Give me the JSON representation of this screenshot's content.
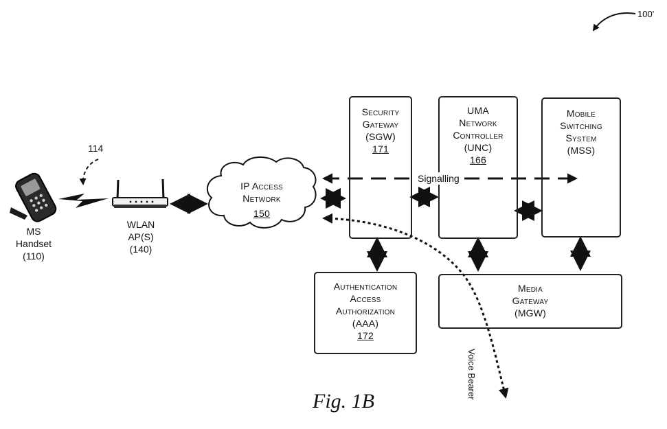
{
  "figure": {
    "ref": "100'",
    "caption": "Fig. 1B"
  },
  "handset": {
    "name": "MS",
    "line2": "Handset",
    "ref": "(110)"
  },
  "wireless": {
    "ref": "114"
  },
  "wlan": {
    "name": "WLAN",
    "line2": "AP(S)",
    "ref": "(140)"
  },
  "ip_network": {
    "line1": "IP Access",
    "line2": "Network",
    "ref": "150"
  },
  "sgw": {
    "line1": "Security",
    "line2": "Gateway",
    "line3": "(SGW)",
    "ref": "171"
  },
  "unc": {
    "line1": "UMA",
    "line2": "Network",
    "line3": "Controller",
    "line4": "(UNC)",
    "ref": "166"
  },
  "mss": {
    "line1": "Mobile",
    "line2": "Switching",
    "line3": "System",
    "line4": "(MSS)"
  },
  "aaa": {
    "line1": "Authentication",
    "line2": "Access",
    "line3": "Authorization",
    "line4": "(AAA)",
    "ref": "172"
  },
  "mgw": {
    "line1": "Media",
    "line2": "Gateway",
    "line3": "(MGW)"
  },
  "flows": {
    "signalling": "Signalling",
    "voice": "Voice Bearer"
  }
}
